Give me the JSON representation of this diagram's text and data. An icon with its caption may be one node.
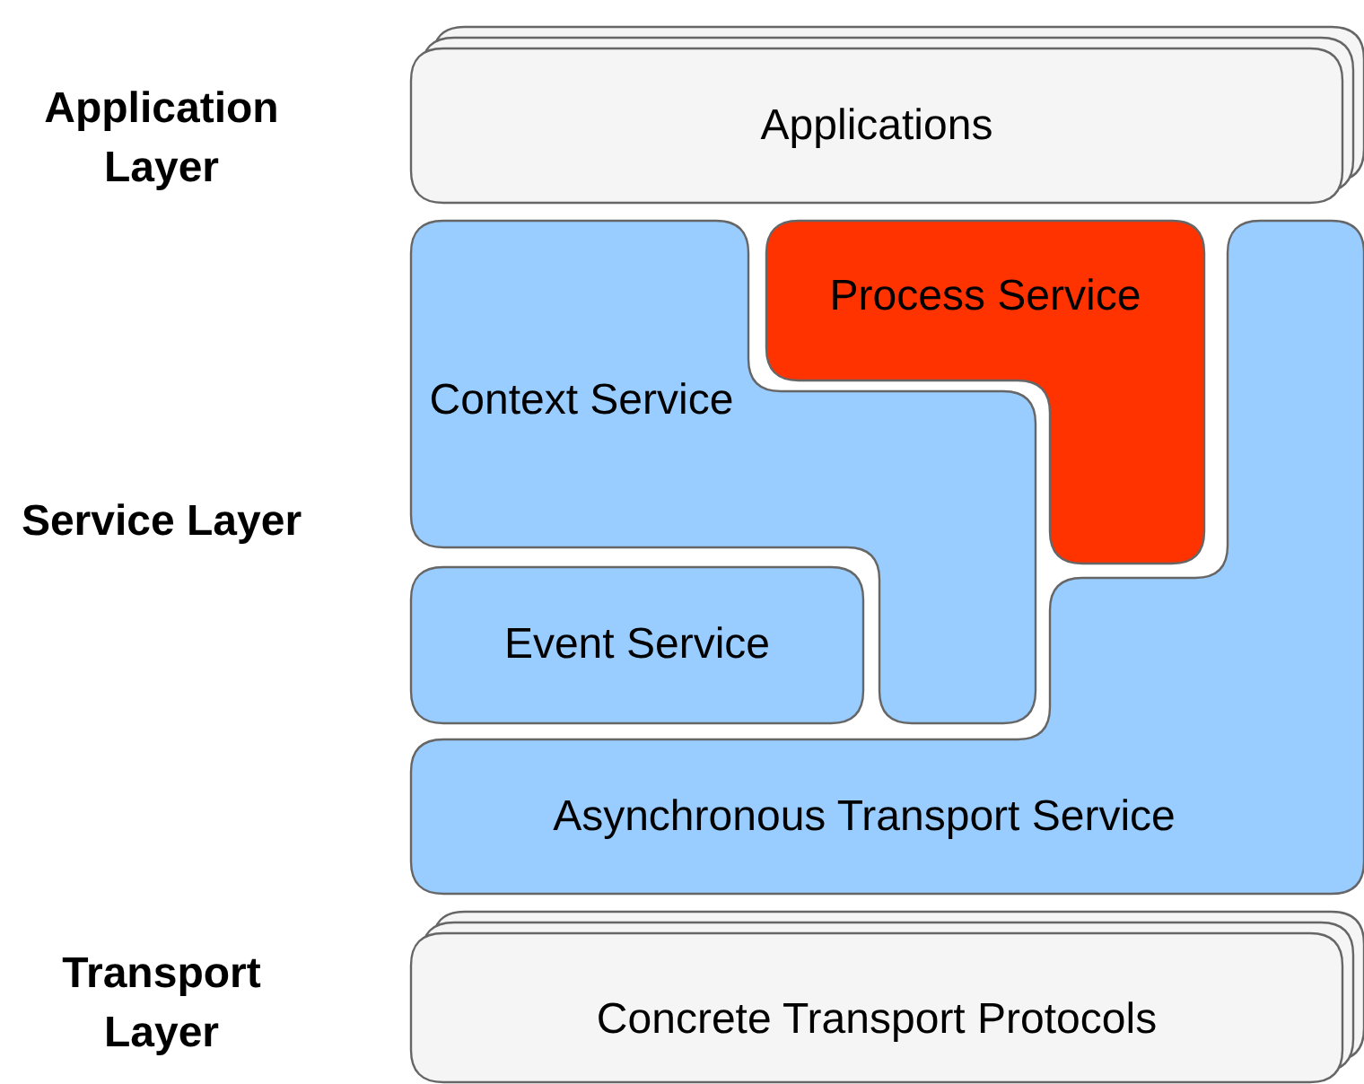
{
  "diagram": {
    "nodes": [
      {
        "text": [
          "Applications"
        ]
      },
      {
        "text": [
          "Context Service"
        ]
      },
      {
        "text": [
          "Process Service"
        ]
      },
      {
        "text": [
          "Event Service"
        ]
      },
      {
        "text": [
          "Asynchronous Transport Service"
        ]
      },
      {
        "text": [
          "Concrete Transport Protocols"
        ]
      }
    ],
    "labels": [
      "Application Layer",
      "Service Layer",
      "Transport Layer"
    ]
  }
}
